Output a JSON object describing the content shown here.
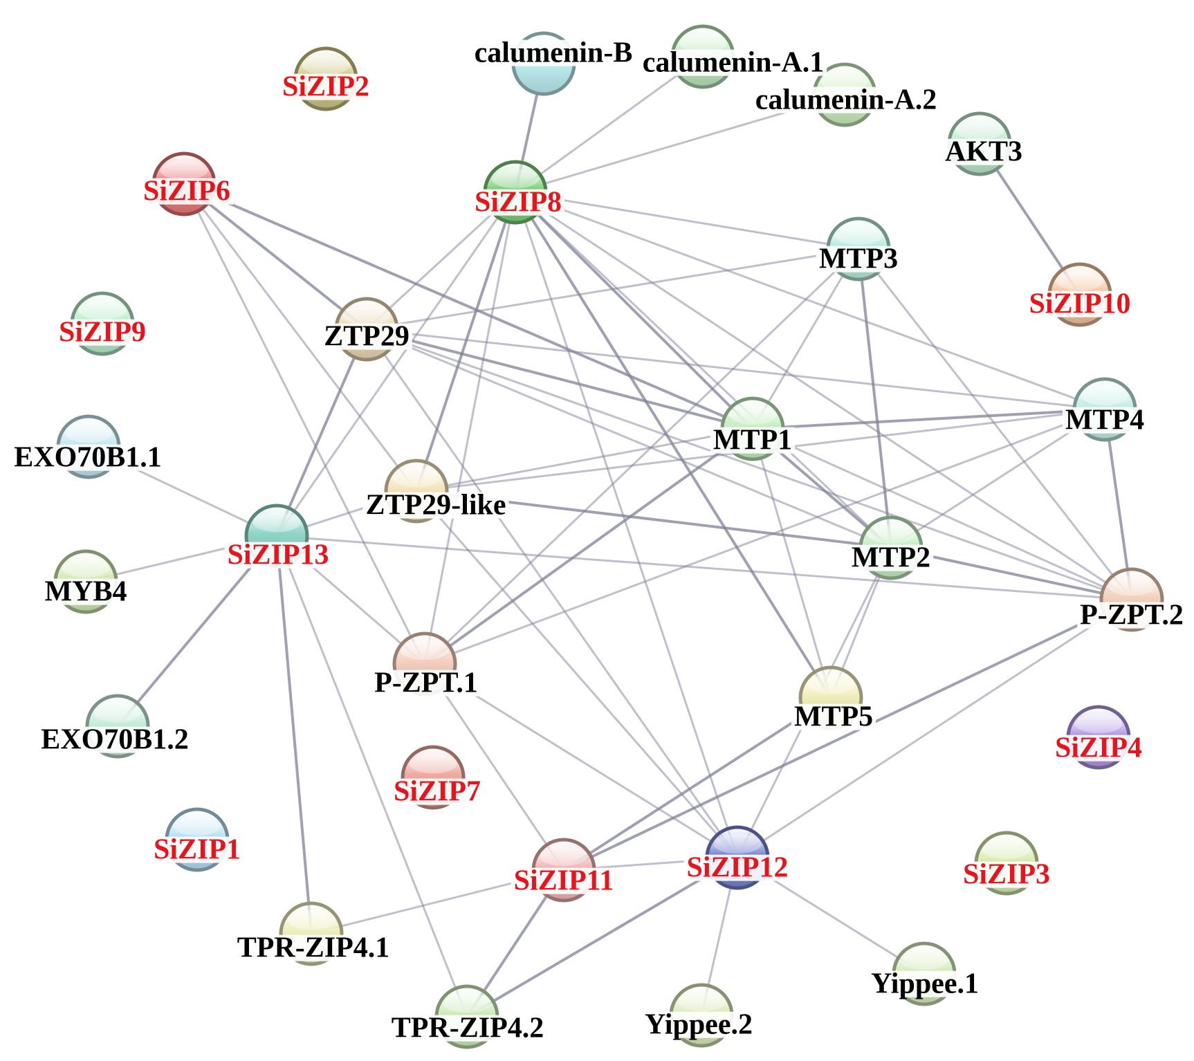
{
  "network": {
    "nodes": [
      {
        "id": "calumenin-B",
        "label": "calumenin-B",
        "type": "partner",
        "color": "#bfeff2"
      },
      {
        "id": "calumenin-A.1",
        "label": "calumenin-A.1",
        "type": "partner",
        "color": "#bfe8bf"
      },
      {
        "id": "calumenin-A.2",
        "label": "calumenin-A.2",
        "type": "partner",
        "color": "#cdeec0"
      },
      {
        "id": "SiZIP2",
        "label": "SiZIP2",
        "type": "sizip",
        "color": "#cfc887"
      },
      {
        "id": "SiZIP6",
        "label": "SiZIP6",
        "type": "sizip",
        "color": "#ec7b7b"
      },
      {
        "id": "SiZIP8",
        "label": "SiZIP8",
        "type": "sizip",
        "color": "#7fcf7a"
      },
      {
        "id": "AKT3",
        "label": "AKT3",
        "type": "partner",
        "color": "#bde8cc"
      },
      {
        "id": "MTP3",
        "label": "MTP3",
        "type": "partner",
        "color": "#b8ecdc"
      },
      {
        "id": "SiZIP10",
        "label": "SiZIP10",
        "type": "sizip",
        "color": "#f4c59f"
      },
      {
        "id": "SiZIP9",
        "label": "SiZIP9",
        "type": "sizip",
        "color": "#b9edcb"
      },
      {
        "id": "ZTP29",
        "label": "ZTP29",
        "type": "partner",
        "color": "#ecd8b6"
      },
      {
        "id": "MTP4",
        "label": "MTP4",
        "type": "partner",
        "color": "#c2eee4"
      },
      {
        "id": "MTP1",
        "label": "MTP1",
        "type": "partner",
        "color": "#c6efc2"
      },
      {
        "id": "EXO70B1.1",
        "label": "EXO70B1.1",
        "type": "partner",
        "color": "#c6e6f1"
      },
      {
        "id": "ZTP29-like",
        "label": "ZTP29-like",
        "type": "partner",
        "color": "#f4e5bd"
      },
      {
        "id": "SiZIP13",
        "label": "SiZIP13",
        "type": "sizip",
        "color": "#8fd6c7"
      },
      {
        "id": "MTP2",
        "label": "MTP2",
        "type": "partner",
        "color": "#c6efc6"
      },
      {
        "id": "MYB4",
        "label": "MYB4",
        "type": "partner",
        "color": "#d2e9b5"
      },
      {
        "id": "P-ZPT.2",
        "label": "P-ZPT.2",
        "type": "partner",
        "color": "#f3d3bd"
      },
      {
        "id": "P-ZPT.1",
        "label": "P-ZPT.1",
        "type": "partner",
        "color": "#f5cfc0"
      },
      {
        "id": "MTP5",
        "label": "MTP5",
        "type": "partner",
        "color": "#f2efbd"
      },
      {
        "id": "EXO70B1.2",
        "label": "EXO70B1.2",
        "type": "partner",
        "color": "#c7ecd9"
      },
      {
        "id": "SiZIP4",
        "label": "SiZIP4",
        "type": "sizip",
        "color": "#b39be4"
      },
      {
        "id": "SiZIP7",
        "label": "SiZIP7",
        "type": "sizip",
        "color": "#eeaaa0"
      },
      {
        "id": "SiZIP1",
        "label": "SiZIP1",
        "type": "sizip",
        "color": "#b9dff3"
      },
      {
        "id": "SiZIP11",
        "label": "SiZIP11",
        "type": "sizip",
        "color": "#f1b7b7"
      },
      {
        "id": "SiZIP12",
        "label": "SiZIP12",
        "type": "sizip",
        "color": "#7a86d1"
      },
      {
        "id": "SiZIP3",
        "label": "SiZIP3",
        "type": "sizip",
        "color": "#d8ecb0"
      },
      {
        "id": "TPR-ZIP4.1",
        "label": "TPR-ZIP4.1",
        "type": "partner",
        "color": "#eeeebf"
      },
      {
        "id": "Yippee.1",
        "label": "Yippee.1",
        "type": "partner",
        "color": "#d7ebbd"
      },
      {
        "id": "TPR-ZIP4.2",
        "label": "TPR-ZIP4.2",
        "type": "partner",
        "color": "#cdebb9"
      },
      {
        "id": "Yippee.2",
        "label": "Yippee.2",
        "type": "partner",
        "color": "#dceab9"
      }
    ],
    "edges": [
      [
        "SiZIP8",
        "calumenin-B"
      ],
      [
        "SiZIP8",
        "calumenin-A.1"
      ],
      [
        "SiZIP8",
        "calumenin-A.2"
      ],
      [
        "AKT3",
        "SiZIP10"
      ],
      [
        "SiZIP8",
        "MTP3"
      ],
      [
        "SiZIP8",
        "MTP4"
      ],
      [
        "SiZIP8",
        "MTP1"
      ],
      [
        "SiZIP8",
        "MTP2"
      ],
      [
        "SiZIP8",
        "P-ZPT.2"
      ],
      [
        "SiZIP8",
        "MTP5"
      ],
      [
        "SiZIP8",
        "SiZIP12"
      ],
      [
        "SiZIP8",
        "ZTP29"
      ],
      [
        "SiZIP8",
        "ZTP29-like"
      ],
      [
        "SiZIP8",
        "SiZIP13"
      ],
      [
        "SiZIP8",
        "P-ZPT.1"
      ],
      [
        "SiZIP6",
        "ZTP29"
      ],
      [
        "SiZIP6",
        "ZTP29-like"
      ],
      [
        "SiZIP6",
        "P-ZPT.1"
      ],
      [
        "SiZIP6",
        "MTP1"
      ],
      [
        "MTP3",
        "ZTP29"
      ],
      [
        "MTP3",
        "MTP1"
      ],
      [
        "MTP3",
        "MTP2"
      ],
      [
        "MTP3",
        "P-ZPT.2"
      ],
      [
        "MTP3",
        "P-ZPT.1"
      ],
      [
        "ZTP29",
        "MTP1"
      ],
      [
        "ZTP29",
        "MTP4"
      ],
      [
        "ZTP29",
        "MTP2"
      ],
      [
        "ZTP29",
        "SiZIP13"
      ],
      [
        "ZTP29",
        "SiZIP12"
      ],
      [
        "ZTP29",
        "P-ZPT.2"
      ],
      [
        "MTP4",
        "MTP1"
      ],
      [
        "MTP4",
        "ZTP29-like"
      ],
      [
        "MTP4",
        "MTP2"
      ],
      [
        "MTP4",
        "P-ZPT.2"
      ],
      [
        "MTP4",
        "P-ZPT.1"
      ],
      [
        "MTP1",
        "ZTP29-like"
      ],
      [
        "MTP1",
        "MTP2"
      ],
      [
        "MTP1",
        "MTP5"
      ],
      [
        "MTP1",
        "P-ZPT.2"
      ],
      [
        "MTP1",
        "P-ZPT.1"
      ],
      [
        "EXO70B1.1",
        "SiZIP13"
      ],
      [
        "ZTP29-like",
        "SiZIP13"
      ],
      [
        "ZTP29-like",
        "MTP2"
      ],
      [
        "ZTP29-like",
        "SiZIP12"
      ],
      [
        "SiZIP13",
        "MYB4"
      ],
      [
        "SiZIP13",
        "EXO70B1.2"
      ],
      [
        "SiZIP13",
        "P-ZPT.1"
      ],
      [
        "SiZIP13",
        "P-ZPT.2"
      ],
      [
        "SiZIP13",
        "TPR-ZIP4.1"
      ],
      [
        "SiZIP13",
        "TPR-ZIP4.2"
      ],
      [
        "MTP2",
        "MTP5"
      ],
      [
        "MTP2",
        "P-ZPT.2"
      ],
      [
        "MTP2",
        "SiZIP12"
      ],
      [
        "P-ZPT.2",
        "SiZIP12"
      ],
      [
        "P-ZPT.2",
        "SiZIP11"
      ],
      [
        "P-ZPT.1",
        "SiZIP11"
      ],
      [
        "P-ZPT.1",
        "SiZIP12"
      ],
      [
        "MTP5",
        "SiZIP11"
      ],
      [
        "SiZIP11",
        "SiZIP12"
      ],
      [
        "SiZIP11",
        "TPR-ZIP4.1"
      ],
      [
        "SiZIP11",
        "TPR-ZIP4.2"
      ],
      [
        "SiZIP12",
        "Yippee.1"
      ],
      [
        "SiZIP12",
        "Yippee.2"
      ],
      [
        "SiZIP12",
        "TPR-ZIP4.2"
      ]
    ],
    "colors": {
      "sizip_label": "#e8141c",
      "partner_label": "#000000",
      "edge": "#7f8297"
    }
  }
}
